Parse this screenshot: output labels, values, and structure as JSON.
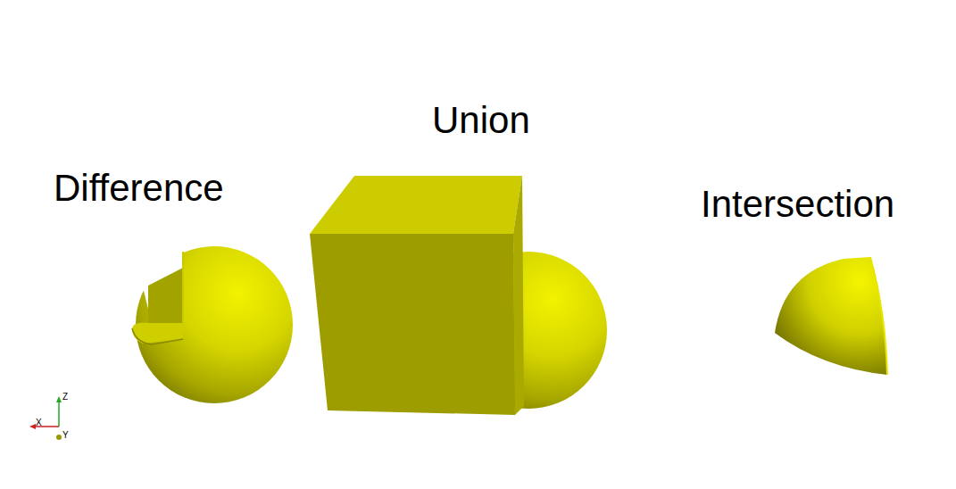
{
  "diagram": {
    "labels": [
      "Difference",
      "Union",
      "Intersection",
      "Z",
      "X",
      "Y"
    ]
  }
}
